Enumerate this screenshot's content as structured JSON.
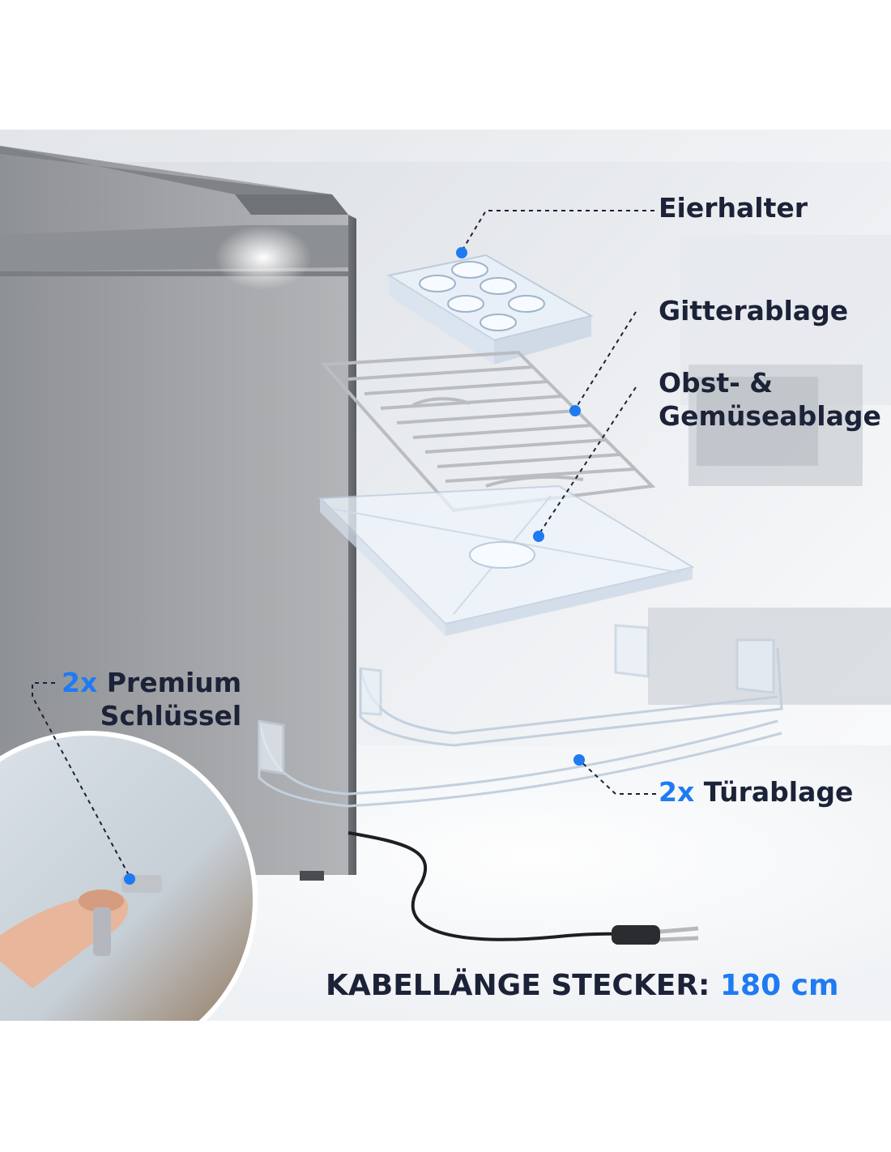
{
  "labels": {
    "eierhalter": "Eierhalter",
    "gitterablage": "Gitterablage",
    "obst_line1": "Obst- &",
    "obst_line2": "Gemüseablage",
    "tuer_count": "2x",
    "tuer_text": "Türablage",
    "keys_count": "2x",
    "keys_line1": "Premium",
    "keys_line2": "Schlüssel",
    "cable_text": "KABELLÄNGE STECKER:",
    "cable_value": "180 cm"
  },
  "colors": {
    "accent": "#1e7bf2",
    "text": "#1c2237",
    "fridge": "#9a9c9f"
  },
  "icons": {
    "marker": "blue-dot"
  }
}
